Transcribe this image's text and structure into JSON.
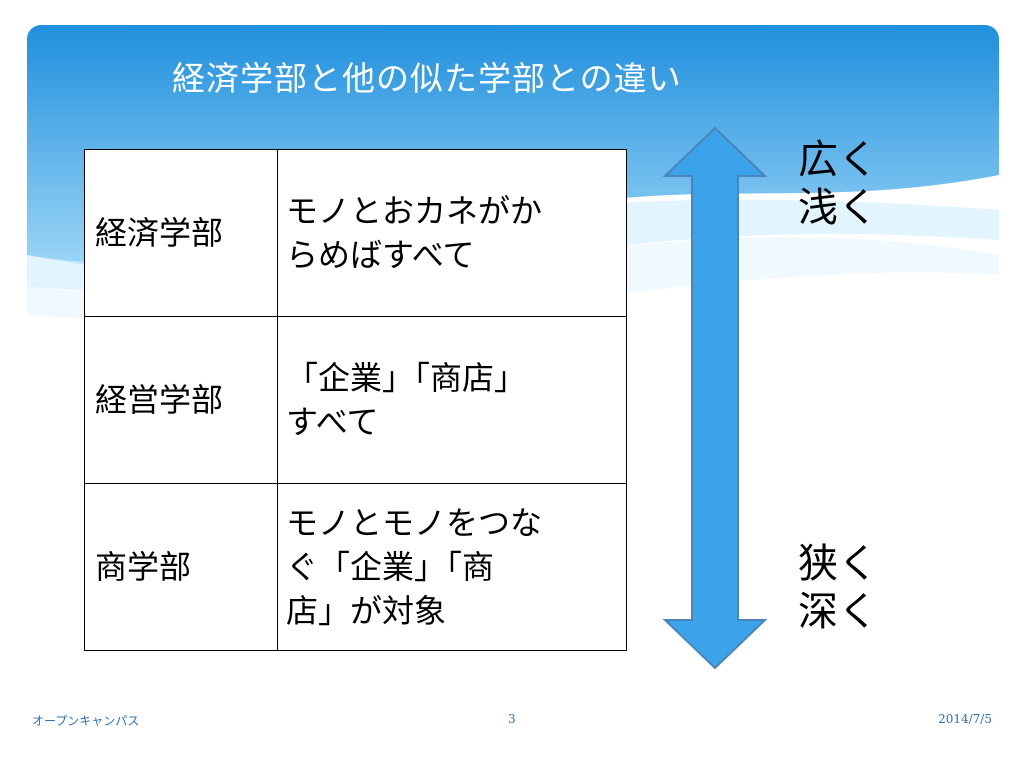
{
  "slide": {
    "title": "経済学部と他の似た学部との違い",
    "colors": {
      "band_top": "#1f8fdd",
      "band_bottom": "#9ed7f7",
      "arrow_fill": "#3aa3ea",
      "arrow_stroke": "#4a84b8"
    }
  },
  "table": {
    "rows": [
      {
        "department": "経済学部",
        "description_lines": [
          "モノとおカネがか",
          "らめばすべて"
        ]
      },
      {
        "department": "経営学部",
        "description_lines": [
          "「企業」「商店」",
          "すべて"
        ]
      },
      {
        "department": "商学部",
        "description_lines": [
          "モノとモノをつな",
          "ぐ「企業」「商",
          "店」が対象"
        ]
      }
    ]
  },
  "scale": {
    "top_label_lines": [
      "広く",
      "浅く"
    ],
    "bottom_label_lines": [
      "狭く",
      "深く"
    ],
    "arrow_icon": "double-vertical-arrow-icon"
  },
  "footer": {
    "left": "オープンキャンパス",
    "page_number": "3",
    "date": "2014/7/5"
  }
}
